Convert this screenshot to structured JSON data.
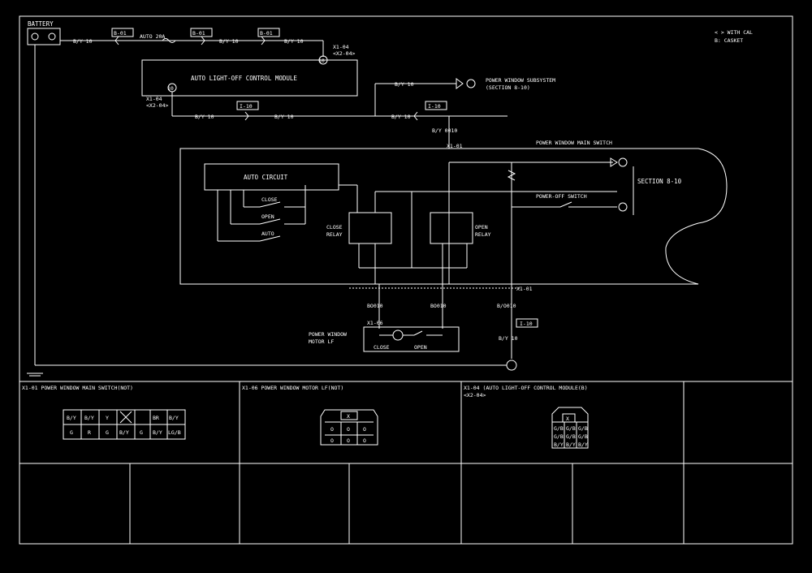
{
  "labels": {
    "battery": "BATTERY",
    "legend_line1": "< > WITH CAL",
    "legend_line2": "B: CASKET",
    "fuse_label": "AUTO 20A",
    "wire_top_1": "B/Y 10",
    "wire_top_2": "B/Y 10",
    "wire_top_3": "B/Y 10",
    "conn_top": "X1-04",
    "conn_top_sub": "<X2-04>",
    "module_name": "AUTO LIGHT-OFF CONTROL MODULE",
    "module_pin_top": "10",
    "module_pin_bottom": "10",
    "conn_mid": "X1-04",
    "conn_mid_sub": "<X2-04>",
    "wire_mid_1": "B/Y 10",
    "wire_mid_2": "B/Y 10",
    "wire_mid_3": "B/Y 10",
    "wire_branch": "B/Y 10",
    "section_top": "POWER WINDOW SUBSYSTEM",
    "section_top_sub": "(SECTION 8-10)",
    "wire_to_switch": "B/Y 0010",
    "main_switch_title": "POWER WINDOW MAIN SWITCH",
    "main_switch_pin": "X1-01",
    "auto_circuit": "AUTO CIRCUIT",
    "close": "CLOSE",
    "open": "OPEN",
    "auto": "AUTO",
    "close_relay_1": "CLOSE",
    "close_relay_2": "RELAY",
    "open_relay_1": "OPEN",
    "open_relay_2": "RELAY",
    "section_side": "SECTION 8-10",
    "power_off_switch": "POWER-OFF SWITCH",
    "pin_bottom_right": "X1-01",
    "wire_bot_1": "BO010",
    "wire_bot_2": "BO010",
    "wire_bot_3": "B/O010",
    "motor_conn": "X1-06",
    "motor_name_1": "POWER WINDOW",
    "motor_name_2": "MOTOR LF",
    "motor_close": "CLOSE",
    "motor_open": "OPEN",
    "wire_ground": "B/Y 10",
    "ground_conn": "I-10",
    "header_code_1": "B-01",
    "header_code_2": "B-01",
    "header_code_3": "B-01",
    "header_code_4": "I-10",
    "header_code_5": "I-10"
  },
  "connectors": {
    "c1_title": "X1-01 POWER WINDOW MAIN SWITCH(NOT)",
    "c1_pins": [
      "B/Y",
      "B/Y",
      "Y",
      "",
      "BR",
      "B/Y",
      "G",
      "R",
      "G",
      "B/Y",
      "G",
      "B/Y",
      "LG/B"
    ],
    "c2_title": "X1-06 POWER WINDOW MOTOR LF(NOT)",
    "c2_pins": [
      "X",
      "O",
      "O",
      "O",
      "O",
      "O",
      "O"
    ],
    "c3_title": "X1-04 (AUTO LIGHT-OFF CONTROL MODULE(B)",
    "c3_sub": "<X2-04>",
    "c3_pins": [
      "X",
      "G/B",
      "G/B",
      "G/B",
      "G/B",
      "G/B",
      "G/B",
      "B/Y",
      "B/Y",
      "B/Y"
    ]
  }
}
